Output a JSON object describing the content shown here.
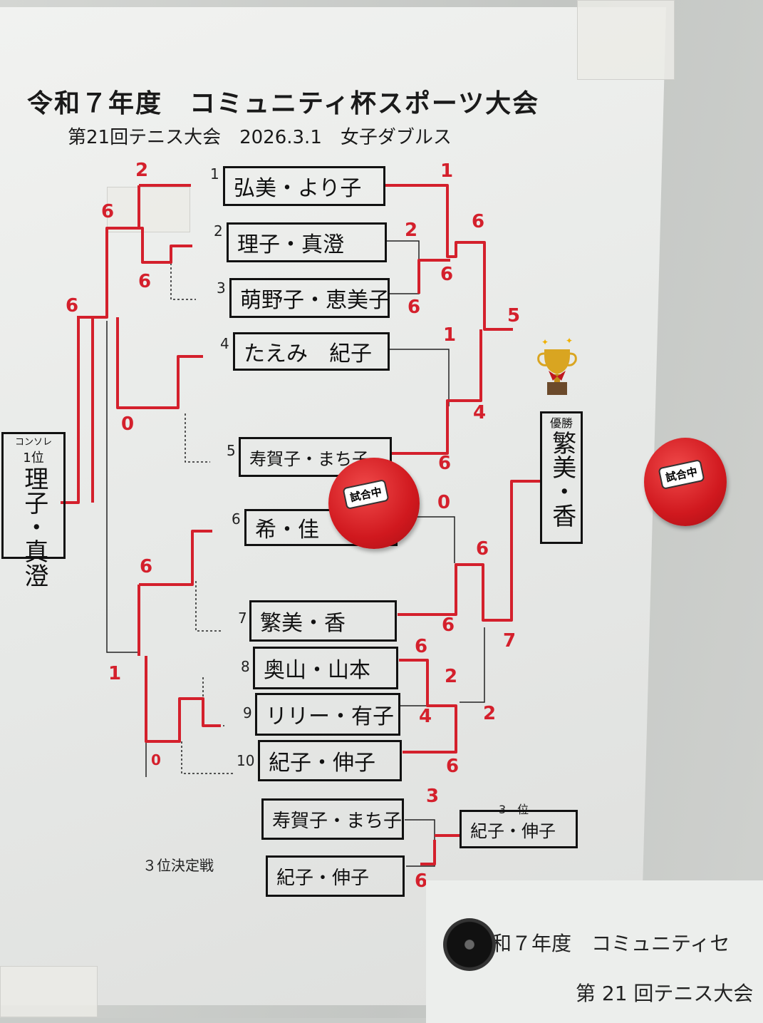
{
  "header": {
    "title": "令和７年度　コミュニティ杯スポーツ大会",
    "subtitle": "第21回テニス大会　2026.3.1　女子ダブルス"
  },
  "entries": [
    {
      "seed": "1",
      "name": "弘美・より子"
    },
    {
      "seed": "2",
      "name": "理子・真澄"
    },
    {
      "seed": "3",
      "name": "萌野子・恵美子"
    },
    {
      "seed": "4",
      "name": "たえみ　紀子"
    },
    {
      "seed": "5",
      "name": "寿賀子・まち子"
    },
    {
      "seed": "6",
      "name": "希・佳"
    },
    {
      "seed": "7",
      "name": "繁美・香"
    },
    {
      "seed": "8",
      "name": "奥山・山本"
    },
    {
      "seed": "9",
      "name": "リリー・有子"
    },
    {
      "seed": "10",
      "name": "紀子・伸子"
    }
  ],
  "scores": [
    "2",
    "6",
    "6",
    "6",
    "0",
    "6",
    "1",
    "0",
    "1",
    "2",
    "6",
    "6",
    "6",
    "5",
    "1",
    "4",
    "6",
    "0",
    "6",
    "6",
    "7",
    "6",
    "2",
    "4",
    "2",
    "6",
    "3",
    "6"
  ],
  "champion": {
    "label": "優勝",
    "name": "繁美・香"
  },
  "consolation": {
    "label": "コンソレ",
    "rank": "1位",
    "name": "理子・真澄"
  },
  "third_place_match": {
    "label": "３位決定戦",
    "players": [
      "寿賀子・まち子",
      "紀子・伸子"
    ],
    "result_label": "3　位",
    "result_name": "紀子・伸子"
  },
  "badges": [
    "試合中",
    "試合中"
  ],
  "second_poster": {
    "line1": "和７年度　コミュニティセ",
    "line2": "第 21 回テニス大会"
  }
}
